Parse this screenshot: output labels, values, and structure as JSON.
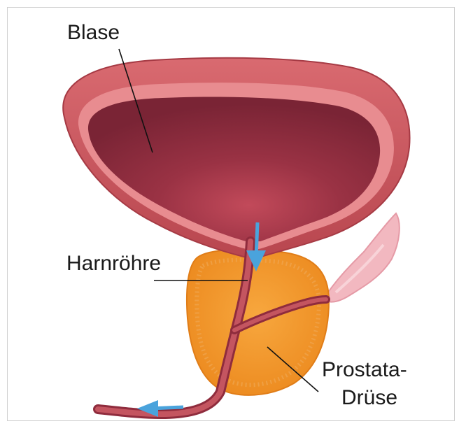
{
  "labels": {
    "bladder": "Blase",
    "urethra": "Harnröhre",
    "prostate_line1": "Prostata-",
    "prostate_line2": "Drüse"
  },
  "colors": {
    "bladder_wall": "#c9585f",
    "bladder_rim": "#e88c90",
    "bladder_lumen": "#8f2c3d",
    "prostate": "#f3952a",
    "urethra": "#a53a44",
    "flow_arrow": "#4aa3dc",
    "seminal_vesicle": "#f2b8c0"
  }
}
